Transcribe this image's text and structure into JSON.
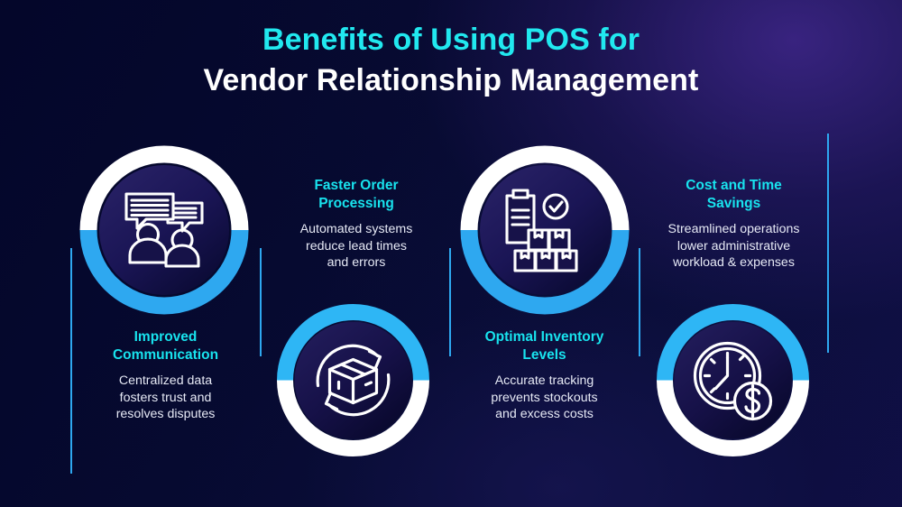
{
  "title": {
    "line1": "Benefits of Using POS for",
    "line2": "Vendor Relationship Management",
    "line1_color": "#21e8ef",
    "line2_color": "#ffffff"
  },
  "theme": {
    "background_dark": "#05082a",
    "background_glow": "#482a96",
    "accent_cyan": "#18e3ee",
    "accent_blue": "#2ea8f0",
    "ring_white": "#ffffff",
    "body_text": "#e6e9f5"
  },
  "benefits": [
    {
      "id": "improved-communication",
      "title": "Improved\nCommunication",
      "description": "Centralized data\nfosters trust and\nresolves disputes",
      "icon": "people-chat-icon",
      "ring_top_color": "#ffffff",
      "ring_bottom_color": "#2ea8f0"
    },
    {
      "id": "faster-order-processing",
      "title": "Faster Order\nProcessing",
      "description": "Automated systems\nreduce lead times\nand errors",
      "icon": "package-refresh-icon",
      "ring_top_color": "#2ea8f0",
      "ring_bottom_color": "#ffffff"
    },
    {
      "id": "optimal-inventory-levels",
      "title": "Optimal Inventory\nLevels",
      "description": "Accurate tracking\nprevents stockouts\nand excess costs",
      "icon": "clipboard-boxes-check-icon",
      "ring_top_color": "#ffffff",
      "ring_bottom_color": "#2ea8f0"
    },
    {
      "id": "cost-and-time-savings",
      "title": "Cost and Time\nSavings",
      "description": "Streamlined operations\nlower administrative\nworkload & expenses",
      "icon": "clock-dollar-icon",
      "ring_top_color": "#2ea8f0",
      "ring_bottom_color": "#ffffff"
    }
  ]
}
